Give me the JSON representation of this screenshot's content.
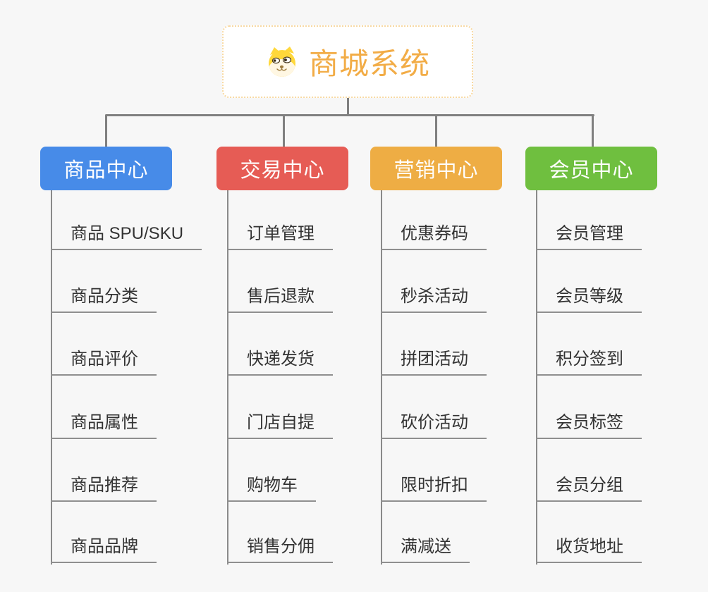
{
  "root": {
    "title": "商城系统",
    "icon": "doge-icon"
  },
  "branches": [
    {
      "label": "商品中心",
      "color": "#478be8",
      "items": [
        "商品 SPU/SKU",
        "商品分类",
        "商品评价",
        "商品属性",
        "商品推荐",
        "商品品牌"
      ]
    },
    {
      "label": "交易中心",
      "color": "#e65c55",
      "items": [
        "订单管理",
        "售后退款",
        "快递发货",
        "门店自提",
        "购物车",
        "销售分佣"
      ]
    },
    {
      "label": "营销中心",
      "color": "#eead44",
      "items": [
        "优惠券码",
        "秒杀活动",
        "拼团活动",
        "砍价活动",
        "限时折扣",
        "满减送"
      ]
    },
    {
      "label": "会员中心",
      "color": "#6fbf3f",
      "items": [
        "会员管理",
        "会员等级",
        "积分签到",
        "会员标签",
        "会员分组",
        "收货地址"
      ]
    }
  ],
  "colors": {
    "background": "#f7f7f7",
    "root_text": "#f2ac46",
    "root_border": "#f8d9a2",
    "connector_line": "#808080",
    "leaf_underline": "#8f8f8f",
    "leaf_text": "#333333"
  }
}
